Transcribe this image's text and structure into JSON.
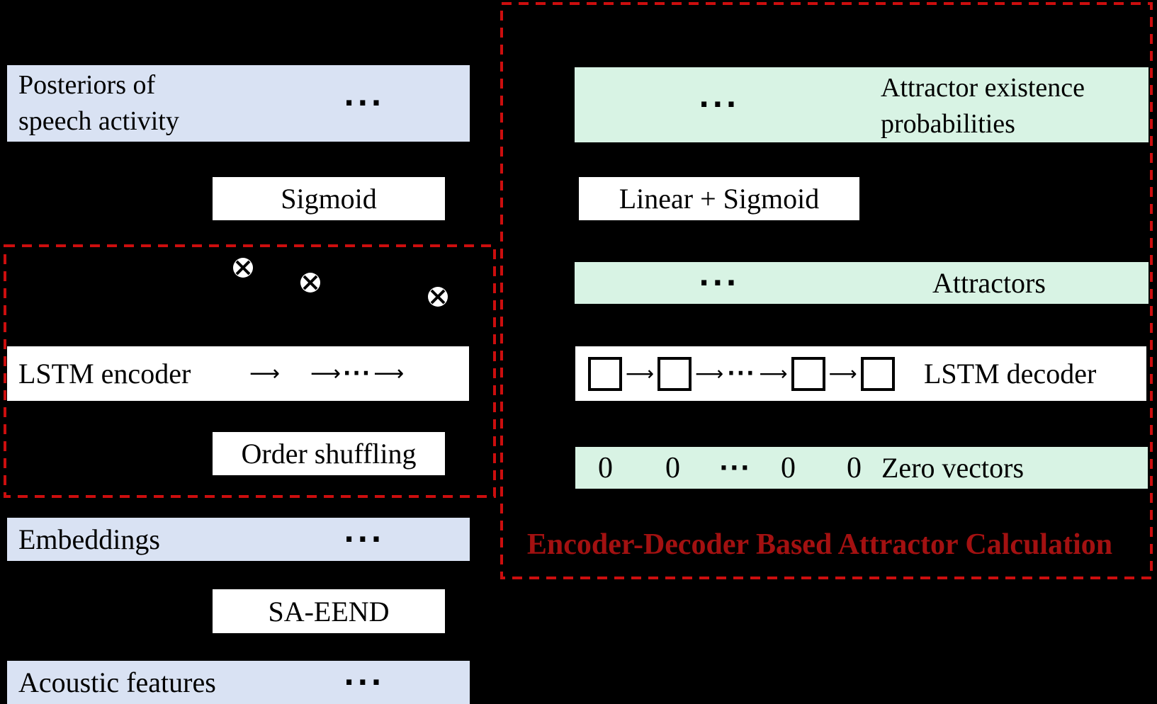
{
  "colors": {
    "background": "#000000",
    "blue_box": "#d9e2f3",
    "green_box": "#d8f3e4",
    "white_box": "#ffffff",
    "dashed_border": "#cc0e0e",
    "caption_red": "#a31111",
    "text": "#000000",
    "cell_border": "#000000"
  },
  "glyphs": {
    "ellipsis": "···",
    "arrow": "⟶",
    "dots": "···",
    "multiply": "⊗"
  },
  "left_panel": {
    "posteriors_box": {
      "line1": "Posteriors of",
      "line2": "speech activity"
    },
    "sigmoid_box": {
      "label": "Sigmoid"
    },
    "lstm_encoder_box": {
      "label": "LSTM encoder"
    },
    "order_shuffling_box": {
      "label": "Order shuffling"
    },
    "embeddings_box": {
      "label": "Embeddings"
    },
    "sa_eend_box": {
      "label": "SA-EEND"
    },
    "acoustic_features_box": {
      "label": "Acoustic features"
    }
  },
  "eda_panel": {
    "caption": "Encoder-Decoder Based Attractor Calculation",
    "attractor_existence_box": {
      "line1": "Attractor existence",
      "line2": "probabilities"
    },
    "linear_sigmoid_box": {
      "label": "Linear + Sigmoid"
    },
    "attractors_box": {
      "label": "Attractors"
    },
    "lstm_decoder_box": {
      "label": "LSTM decoder"
    },
    "zero_vectors_box": {
      "label": "Zero vectors",
      "values": [
        "0",
        "0",
        "···",
        "0",
        "0"
      ]
    }
  }
}
